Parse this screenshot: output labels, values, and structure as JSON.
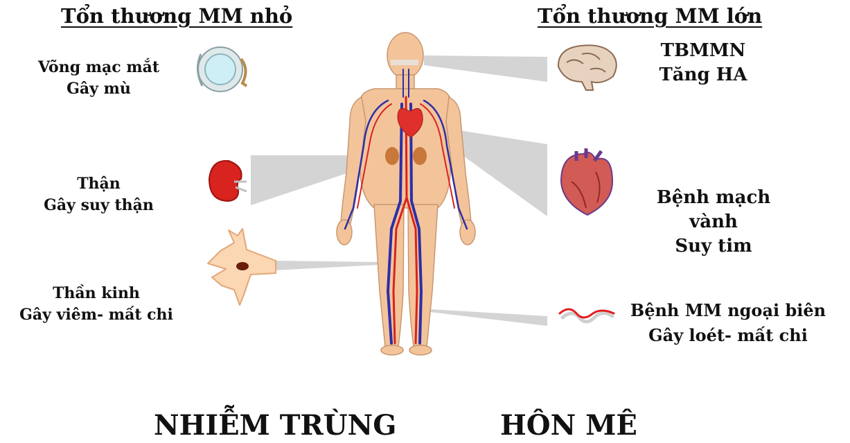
{
  "headings": {
    "small_vessel": "Tổn thương MM nhỏ",
    "large_vessel": "Tổn thương MM lớn"
  },
  "labels": {
    "retina": [
      "Võng mạc mắt",
      "Gây mù"
    ],
    "kidney": [
      "Thận",
      "Gây suy thận"
    ],
    "nerve": [
      "Thần kinh",
      "Gây viêm- mất chi"
    ],
    "brain": [
      "TBMMN",
      "Tăng HA"
    ],
    "heart": [
      "Bệnh mạch",
      "vành",
      "Suy tim"
    ],
    "peripheral": [
      "Bệnh MM ngoại biên",
      "Gây loét- mất chi"
    ]
  },
  "bottom": {
    "left": "NHIỄM TRÙNG",
    "right": "HÔN MÊ"
  },
  "icons": [
    "eye-icon",
    "kidney-icon",
    "nerve-cell-icon",
    "brain-icon",
    "heart-icon",
    "blood-vessel-icon",
    "human-body-icon"
  ],
  "colors": {
    "skin": "#f3c49a",
    "artery": "#d8231f",
    "vein": "#2d2fa8",
    "connector": "#d2d2d2"
  }
}
